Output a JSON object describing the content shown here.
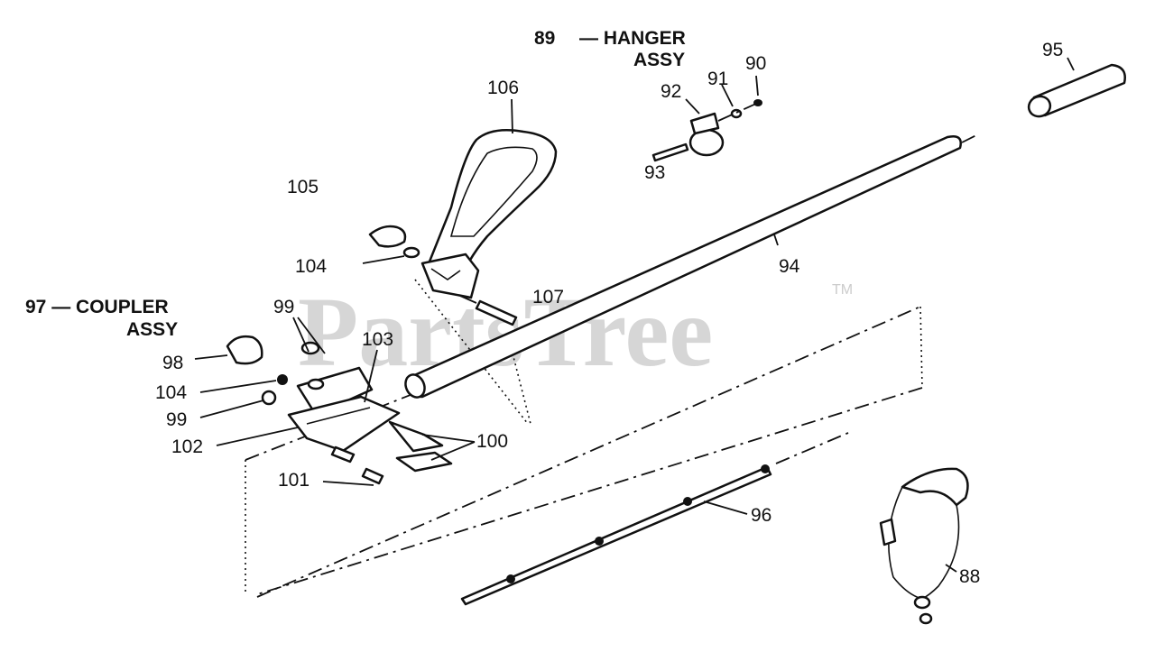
{
  "watermark": {
    "text": "PartsTree",
    "trademark": "TM"
  },
  "labels": {
    "p88": "88",
    "p89": "89",
    "p89_desc_line1": "— HANGER",
    "p89_desc_line2": "ASSY",
    "p90": "90",
    "p91": "91",
    "p92": "92",
    "p93": "93",
    "p94": "94",
    "p95": "95",
    "p96": "96",
    "p97": "97 — COUPLER",
    "p97_line2": "ASSY",
    "p98": "98",
    "p99_top": "99",
    "p99_left": "99",
    "p100": "100",
    "p101": "101",
    "p102": "102",
    "p103": "103",
    "p104_left": "104",
    "p104_mid": "104",
    "p105": "105",
    "p106": "106",
    "p107": "107"
  }
}
